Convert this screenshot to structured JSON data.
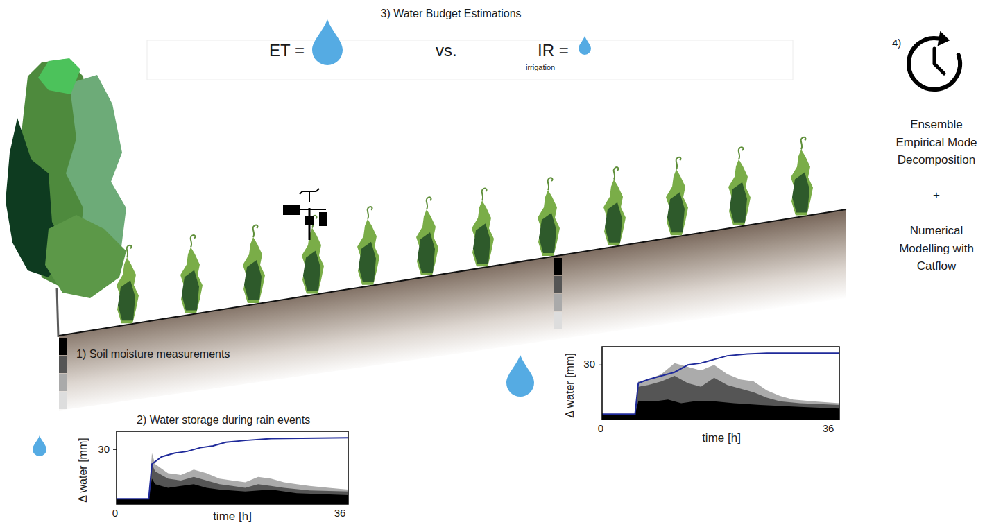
{
  "diagram": {
    "nodes": [
      {
        "text": [
          "3) Water Budget Estimations",
          "ET =",
          "vs.",
          "IR =",
          "irrigation"
        ]
      }
    ],
    "labels": [
      "4)",
      "Ensemble Empirical Mode Decomposition",
      "+",
      "Numerical Modelling with Catflow",
      "1) Soil moisture measurements",
      "30",
      "Δ water [mm]",
      "0",
      "time [h]",
      "36",
      "2) Water storage during rain events",
      "30",
      "Δ water [mm]",
      "0",
      "time [h]",
      "36"
    ]
  }
}
